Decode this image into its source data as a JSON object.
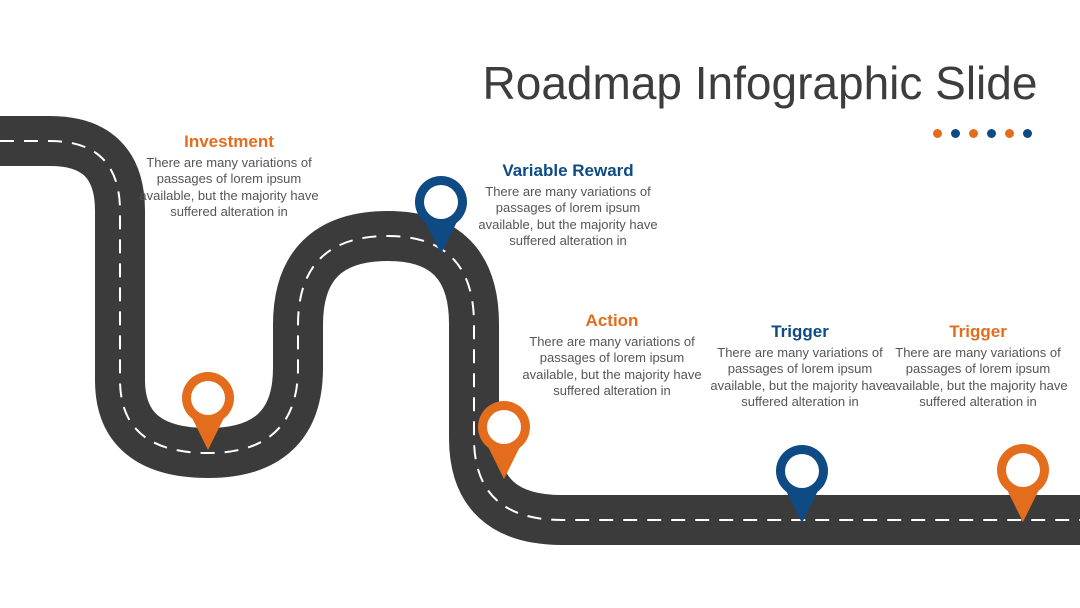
{
  "slide": {
    "title": "Roadmap Infographic Slide"
  },
  "colors": {
    "orange": "#e36c1d",
    "blue": "#0e4a84",
    "road": "#3b3b3b",
    "text": "#555555",
    "title": "#3d3d3d"
  },
  "decor_dots": [
    "orange",
    "blue",
    "orange",
    "blue",
    "orange",
    "blue"
  ],
  "milestones": [
    {
      "title": "Investment",
      "text": "There are many variations of passages of lorem ipsum available, but the majority have suffered alteration in",
      "color": "orange",
      "icon": "map-pin-icon"
    },
    {
      "title": "Variable Reward",
      "text": "There are many variations of passages of lorem ipsum available, but the majority have suffered alteration in",
      "color": "blue",
      "icon": "map-pin-icon"
    },
    {
      "title": "Action",
      "text": "There are many variations of passages of lorem ipsum available, but the majority have suffered alteration in",
      "color": "orange",
      "icon": "map-pin-icon"
    },
    {
      "title": "Trigger",
      "text": "There are many variations of passages of lorem ipsum available, but the majority have suffered alteration in",
      "color": "blue",
      "icon": "map-pin-icon"
    },
    {
      "title": "Trigger",
      "text": "There are many variations of passages of lorem ipsum available, but the majority have suffered alteration in",
      "color": "orange",
      "icon": "map-pin-icon"
    }
  ]
}
